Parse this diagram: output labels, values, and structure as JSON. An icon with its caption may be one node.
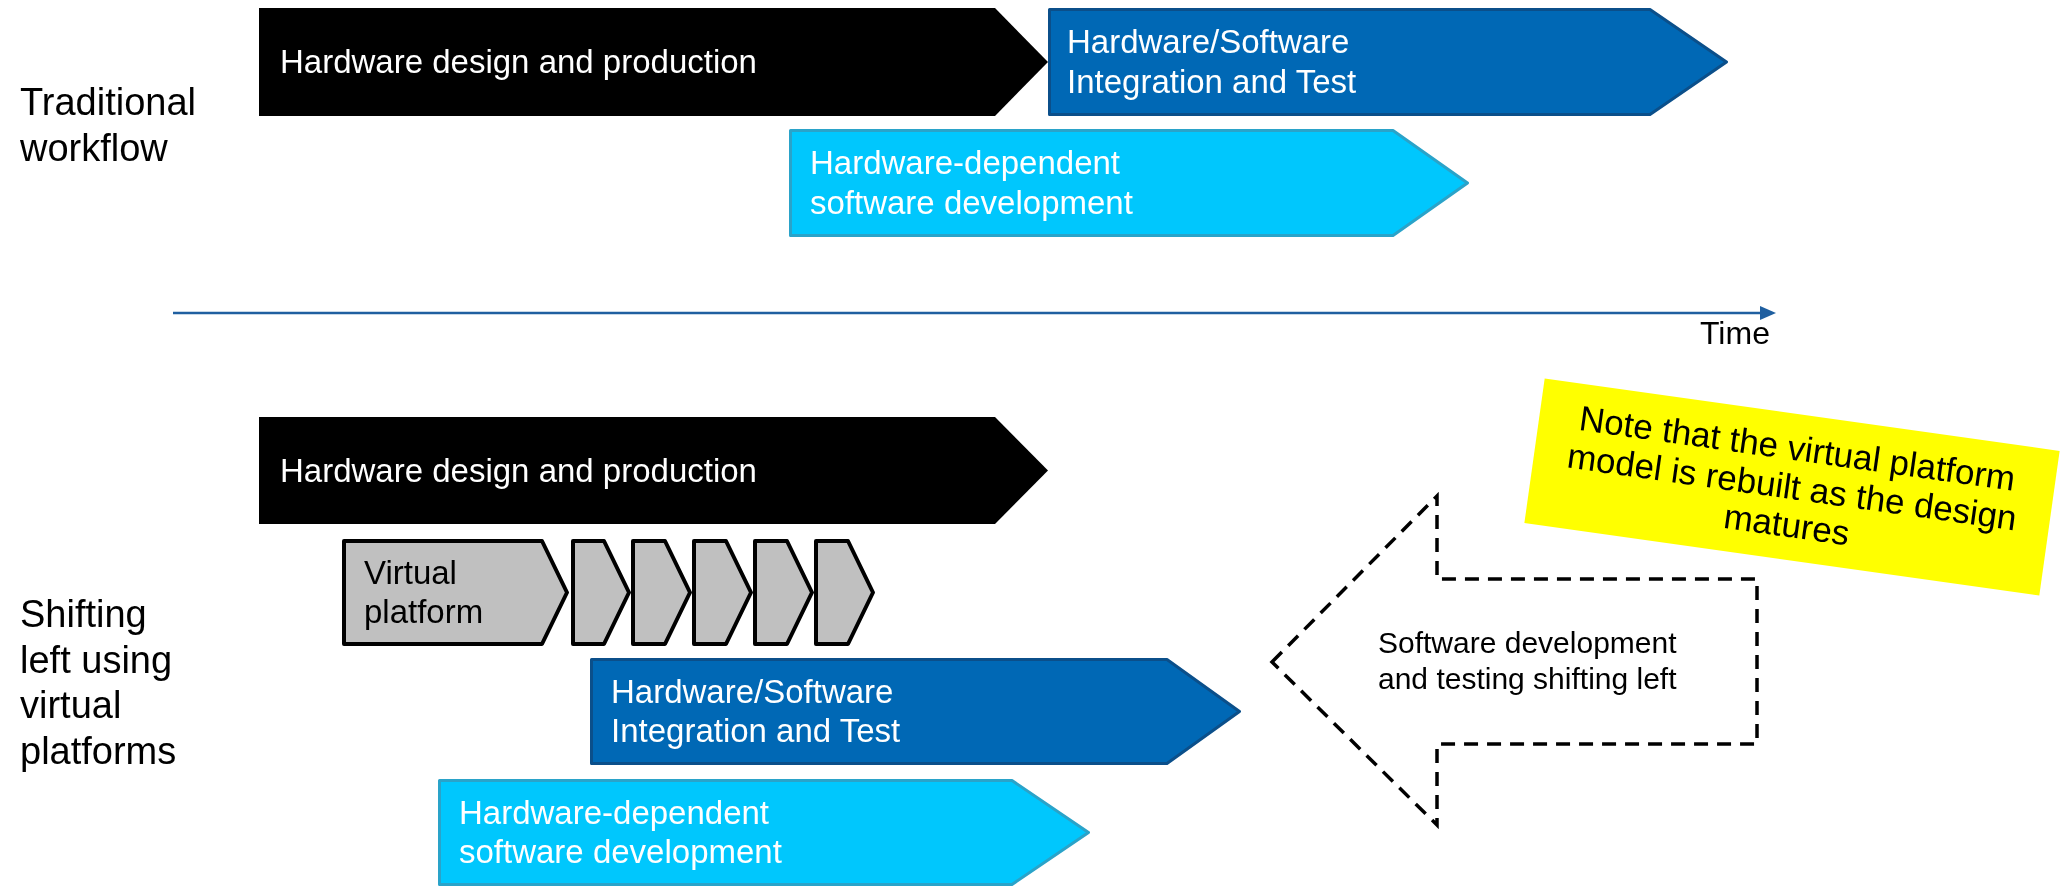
{
  "diagram": {
    "nodes": [
      {
        "text": [
          "Hardware design and production"
        ]
      },
      {
        "text": [
          "Hardware/Software Integration and Test"
        ]
      },
      {
        "text": [
          "Hardware-dependent software development"
        ]
      },
      {
        "text": [
          "Hardware design and production"
        ]
      },
      {
        "text": [
          "Virtual platform"
        ]
      },
      {
        "text": [],
        "shape": "pentagon"
      },
      {
        "text": [],
        "shape": "pentagon"
      },
      {
        "text": [],
        "shape": "pentagon"
      },
      {
        "text": [],
        "shape": "pentagon"
      },
      {
        "text": [],
        "shape": "pentagon"
      },
      {
        "text": [
          "Hardware/Software Integration and Test"
        ]
      },
      {
        "text": [
          "Hardware-dependent software development"
        ]
      },
      {
        "text": [
          "Software development and testing shifting left"
        ]
      },
      {
        "text": [
          "Note that the virtual platform model is rebuilt as the design matures"
        ]
      }
    ],
    "labels": [
      "Traditional workflow",
      "Time",
      "Shifting left using virtual platforms"
    ]
  }
}
